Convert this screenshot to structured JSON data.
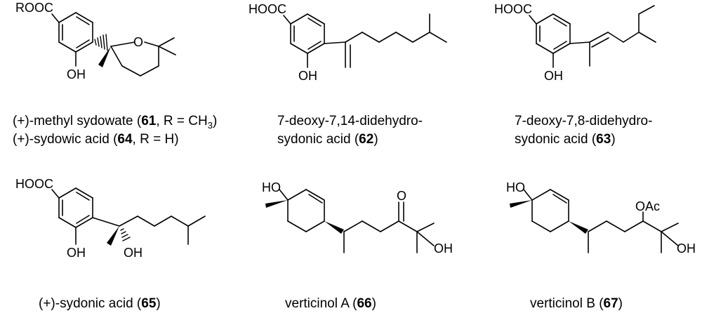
{
  "compounds": [
    {
      "id": "61-64",
      "atoms": [
        "ROOC",
        "O",
        "OH"
      ],
      "caption": [
        {
          "pre": "(+)-methyl sydowate (",
          "num": "61",
          "mid": ", R = CH",
          "sub": "3",
          "post": ")"
        },
        {
          "pre": "(+)-sydowic acid (",
          "num": "64",
          "post": ", R = H)"
        }
      ]
    },
    {
      "id": "62",
      "atoms": [
        "HOOC",
        "OH"
      ],
      "caption": [
        {
          "pre": "7-deoxy-7,14-didehydro-"
        },
        {
          "pre": "sydonic acid (",
          "num": "62",
          "post": ")"
        }
      ]
    },
    {
      "id": "63",
      "atoms": [
        "HOOC",
        "OH"
      ],
      "caption": [
        {
          "pre": "7-deoxy-7,8-didehydro-"
        },
        {
          "pre": "sydonic acid (",
          "num": "63",
          "post": ")"
        }
      ]
    },
    {
      "id": "65",
      "atoms": [
        "HOOC",
        "OH",
        "OH"
      ],
      "caption": [
        {
          "pre": "(+)-sydonic acid (",
          "num": "65",
          "post": ")"
        }
      ]
    },
    {
      "id": "66",
      "atoms": [
        "HO",
        "O",
        "OH"
      ],
      "caption": [
        {
          "pre": "verticinol A (",
          "num": "66",
          "post": ")"
        }
      ]
    },
    {
      "id": "67",
      "atoms": [
        "HO",
        "OAc",
        "OH"
      ],
      "caption": [
        {
          "pre": "verticinol B (",
          "num": "67",
          "post": ")"
        }
      ]
    }
  ]
}
